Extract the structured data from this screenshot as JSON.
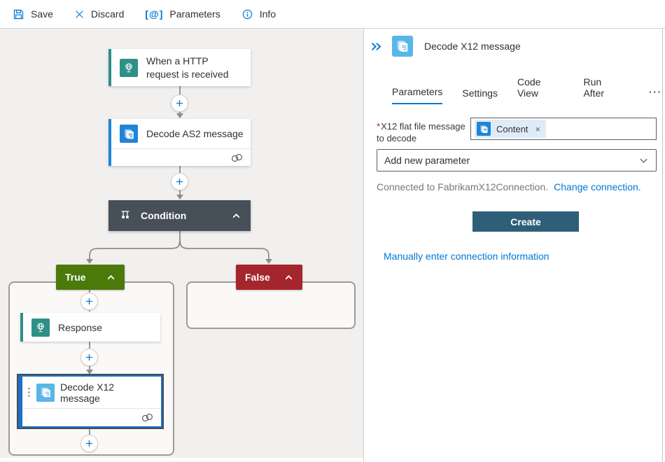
{
  "toolbar": {
    "save": "Save",
    "discard": "Discard",
    "parameters": "Parameters",
    "info": "Info"
  },
  "workflow": {
    "trigger_title": "When a HTTP request is received",
    "as2_title": "Decode AS2 message",
    "condition_title": "Condition",
    "true_label": "True",
    "false_label": "False",
    "response_title": "Response",
    "x12_title": "Decode X12 message"
  },
  "panel": {
    "title": "Decode X12 message",
    "tabs": [
      "Parameters",
      "Settings",
      "Code View",
      "Run After"
    ],
    "more_tabs": "···",
    "field": {
      "required_mark": "*",
      "label": "X12 flat file message to decode",
      "token": "Content",
      "token_remove": "×"
    },
    "add_parameter_placeholder": "Add new parameter",
    "connection_status": "Connected to FabrikamX12Connection.",
    "change_connection": "Change connection.",
    "create": "Create",
    "manual_connection": "Manually enter connection information"
  },
  "colors": {
    "accent": "#0078d4",
    "trigger-teal": "#2e9086",
    "action-blue": "#1f85d8",
    "x12-blue": "#58b6e8",
    "condition-dark": "#474f59",
    "true-green": "#4b7a0a",
    "false-red": "#a4262c",
    "create-btn": "#2e5f78",
    "token-bg": "#deecf9",
    "connector-gray": "#8f8d8b"
  }
}
